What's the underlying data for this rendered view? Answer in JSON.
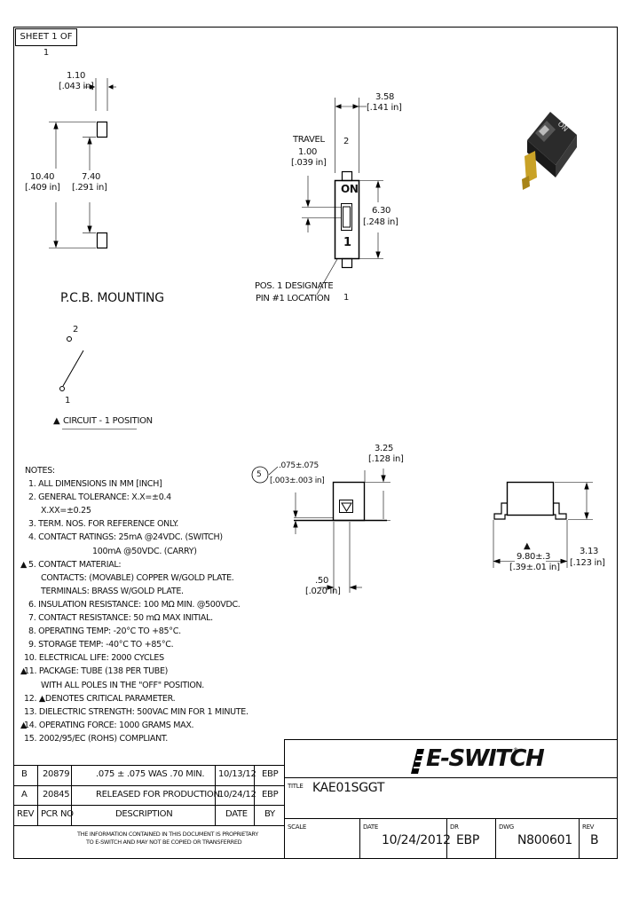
{
  "sheet": "SHEET 1 OF 1",
  "dims": {
    "top_left_w": "1.10",
    "top_left_w_in": "[.043 in]",
    "overall_h": "10.40",
    "overall_h_in": "[.409 in]",
    "pad_span": "7.40",
    "pad_span_in": "[.291 in]",
    "width": "3.58",
    "width_in": "[.141 in]",
    "travel_label": "TRAVEL",
    "travel": "1.00",
    "travel_in": "[.039 in]",
    "body_h": "6.30",
    "body_h_in": "[.248 in]",
    "pos1_line1": "POS. 1 DESIGNATE",
    "pos1_line2": "PIN #1 LOCATION",
    "pin_top": "2",
    "pin_bottom": "1",
    "switch_on": "ON",
    "switch_one": "1",
    "side_top": ".075±.075",
    "side_top_in": "[.003±.003 in]",
    "crit_number": "5",
    "side_bottom": ".50",
    "side_bottom_in": "[.020 in]",
    "side_w": "3.25",
    "side_w_in": "[.128 in]",
    "front_w": "9.80±.3",
    "front_w_in": "[.39±.01 in]",
    "front_h": "3.13",
    "front_h_in": "[.123 in]"
  },
  "pcb_mounting": "P.C.B. MOUNTING",
  "circuit": {
    "pin2": "2",
    "pin1": "1",
    "label": "CIRCUIT - 1 POSITION"
  },
  "notes": {
    "header": "NOTES:",
    "items": [
      {
        "mark": "",
        "text": "1. ALL DIMENSIONS IN MM [INCH]"
      },
      {
        "mark": "",
        "text": "2. GENERAL TOLERANCE: X.X=±0.4"
      },
      {
        "mark": "",
        "text": "X.XX=±0.25",
        "indent": true
      },
      {
        "mark": "",
        "text": "3. TERM. NOS. FOR REFERENCE ONLY."
      },
      {
        "mark": "",
        "text": "4. CONTACT RATINGS: 25mA @24VDC. (SWITCH)"
      },
      {
        "mark": "",
        "text": "100mA @50VDC. (CARRY)",
        "indent2": true
      },
      {
        "mark": "▲",
        "text": "5. CONTACT MATERIAL:"
      },
      {
        "mark": "",
        "text": "CONTACTS: (MOVABLE) COPPER W/GOLD PLATE.",
        "indent": true
      },
      {
        "mark": "",
        "text": "TERMINALS: BRASS W/GOLD PLATE.",
        "indent": true
      },
      {
        "mark": "",
        "text": "6. INSULATION RESISTANCE: 100 MΩ MIN. @500VDC."
      },
      {
        "mark": "",
        "text": "7. CONTACT RESISTANCE:  50 mΩ MAX INITIAL."
      },
      {
        "mark": "",
        "text": "8. OPERATING TEMP: -20°C TO +85°C."
      },
      {
        "mark": "",
        "text": "9. STORAGE TEMP: -40°C TO +85°C."
      },
      {
        "mark": "",
        "text": "10. ELECTRICAL LIFE: 2000 CYCLES"
      },
      {
        "mark": "▲",
        "text": "11. PACKAGE: TUBE (138 PER TUBE)"
      },
      {
        "mark": "",
        "text": "WITH ALL POLES IN THE \"OFF\" POSITION.",
        "indent": true
      },
      {
        "mark": "",
        "text": "12. ▲DENOTES CRITICAL PARAMETER."
      },
      {
        "mark": "",
        "text": "13. DIELECTRIC STRENGTH: 500VAC MIN FOR 1 MINUTE."
      },
      {
        "mark": "▲",
        "text": "14. OPERATING FORCE: 1000 GRAMS MAX."
      },
      {
        "mark": "",
        "text": "15. 2002/95/EC (ROHS) COMPLIANT."
      }
    ]
  },
  "revisions": {
    "rows": [
      {
        "rev": "B",
        "pcr": "20879",
        "desc": ".075 ± .075 WAS .70 MIN.",
        "date": "10/13/12",
        "by": "EBP"
      },
      {
        "rev": "A",
        "pcr": "20845",
        "desc": "RELEASED FOR PRODUCTION",
        "date": "10/24/12",
        "by": "EBP"
      }
    ],
    "headers": {
      "rev": "REV",
      "pcr": "PCR NO",
      "desc": "DESCRIPTION",
      "date": "DATE",
      "by": "BY"
    }
  },
  "proprietary": {
    "line1": "THE INFORMATION CONTAINED IN THIS DOCUMENT IS PROPRIETARY",
    "line2": "TO E-SWITCH AND MAY NOT BE COPIED OR TRANSFERRED"
  },
  "titleblock": {
    "logo": "E-SWITCH",
    "logo_tm": "®",
    "title_label": "TITLE",
    "title": "KAE01SGGT",
    "scale_label": "SCALE",
    "scale": "",
    "date_label": "DATE",
    "date": "10/24/2012",
    "dr_label": "DR",
    "dr": "EBP",
    "dwg_label": "DWG",
    "dwg": "N800601",
    "rev_label": "REV",
    "rev": "B"
  },
  "colors": {
    "line": "#000000",
    "photo_body": "#2a2a2a",
    "photo_gold": "#c9a227"
  }
}
